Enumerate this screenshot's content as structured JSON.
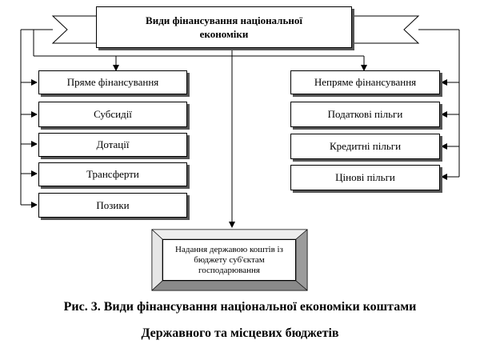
{
  "diagram": {
    "title": "Види фінансування національної економіки",
    "left_items": [
      "Пряме фінансування",
      "Субсидії",
      "Дотації",
      "Трансферти",
      "Позики"
    ],
    "right_items": [
      "Непряме фінансування",
      "Податкові пільги",
      "Кредитні пільги",
      "Цінові пільги"
    ],
    "bottom_box": "Надання державою коштів із бюджету суб'єктам господарювання"
  },
  "caption": {
    "line1": "Рис. 3. Види фінансування національної економіки коштами",
    "line2": "Державного та місцевих бюджетів"
  }
}
